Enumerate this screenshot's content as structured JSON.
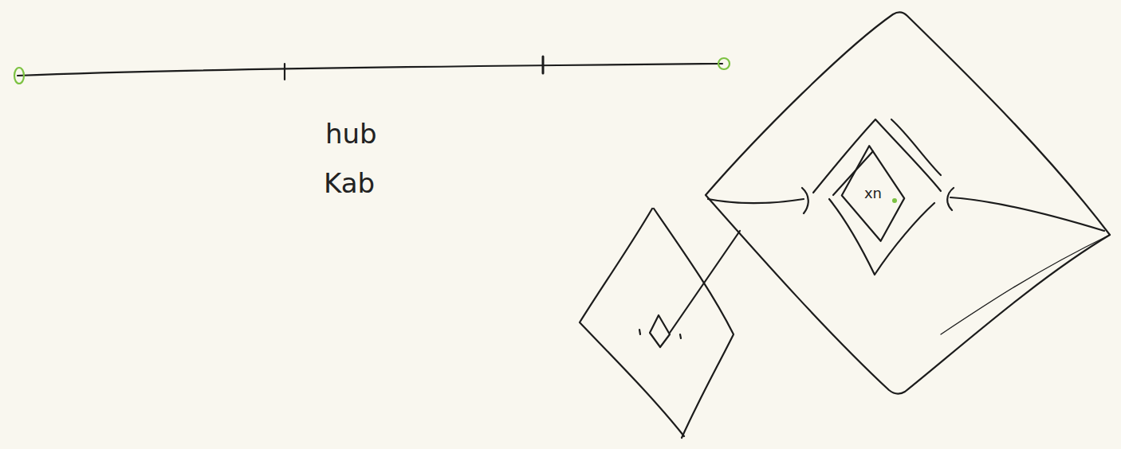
{
  "diagram": {
    "nodes": [
      {
        "text": [
          "xn"
        ]
      }
    ],
    "labels": [
      "hub",
      "Kab"
    ]
  }
}
